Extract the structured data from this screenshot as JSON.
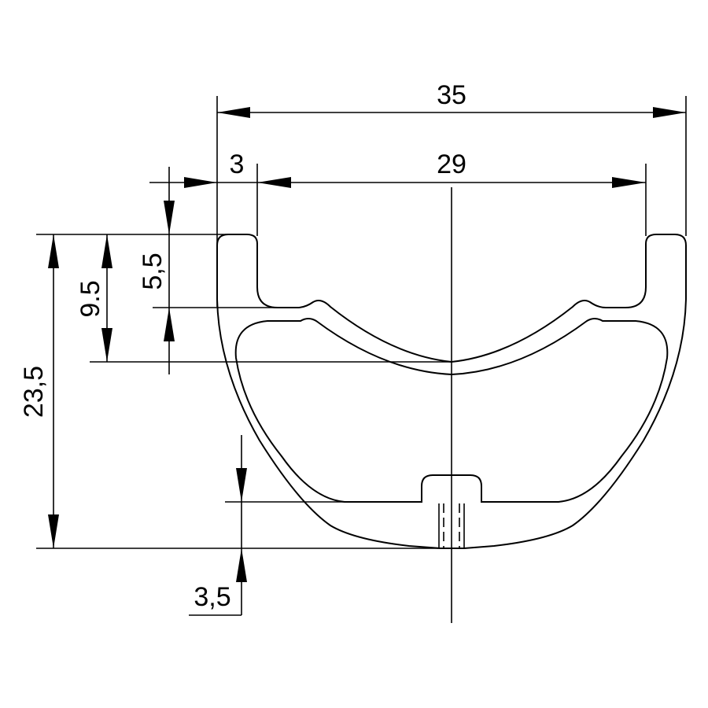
{
  "drawing": {
    "title": "Rim cross-section dimension drawing",
    "units": "mm",
    "line_color": "#000000",
    "background": "#ffffff"
  },
  "dimensions": {
    "outer_width": {
      "label": "35",
      "value": 35,
      "orientation": "horizontal"
    },
    "inner_width": {
      "label": "29",
      "value": 29,
      "orientation": "horizontal"
    },
    "hook_width": {
      "label": "3",
      "value": 3,
      "orientation": "horizontal"
    },
    "hook_height": {
      "label": "5,5",
      "value": 5.5,
      "orientation": "vertical"
    },
    "bed_depth": {
      "label": "9.5",
      "value": 9.5,
      "orientation": "vertical"
    },
    "total_height": {
      "label": "23,5",
      "value": 23.5,
      "orientation": "vertical"
    },
    "bottom_wall": {
      "label": "3,5",
      "value": 3.5,
      "orientation": "vertical"
    }
  },
  "features": {
    "centerline": "vertical axis of symmetry",
    "valve_hole": "spoke/valve hole at bottom center",
    "hooks": "two tire bead hooks at top"
  }
}
